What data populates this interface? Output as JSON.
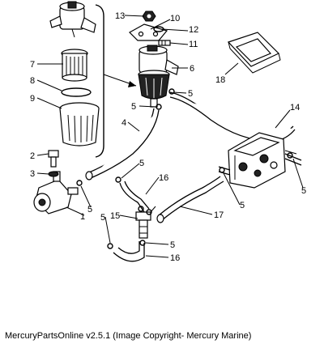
{
  "caption": "MercuryPartsOnline v2.5.1 (Image Copyright- Mercury Marine)",
  "callouts": [
    {
      "label": "13"
    },
    {
      "label": "10"
    },
    {
      "label": "12"
    },
    {
      "label": "11"
    },
    {
      "label": "7"
    },
    {
      "label": "8"
    },
    {
      "label": "9"
    },
    {
      "label": "6"
    },
    {
      "label": "18"
    },
    {
      "label": "5"
    },
    {
      "label": "5"
    },
    {
      "label": "14"
    },
    {
      "label": "4"
    },
    {
      "label": "2"
    },
    {
      "label": "3"
    },
    {
      "label": "5"
    },
    {
      "label": "16"
    },
    {
      "label": "1"
    },
    {
      "label": "5"
    },
    {
      "label": "5"
    },
    {
      "label": "5"
    },
    {
      "label": "17"
    },
    {
      "label": "5"
    },
    {
      "label": "15"
    },
    {
      "label": "5"
    },
    {
      "label": "16"
    }
  ]
}
